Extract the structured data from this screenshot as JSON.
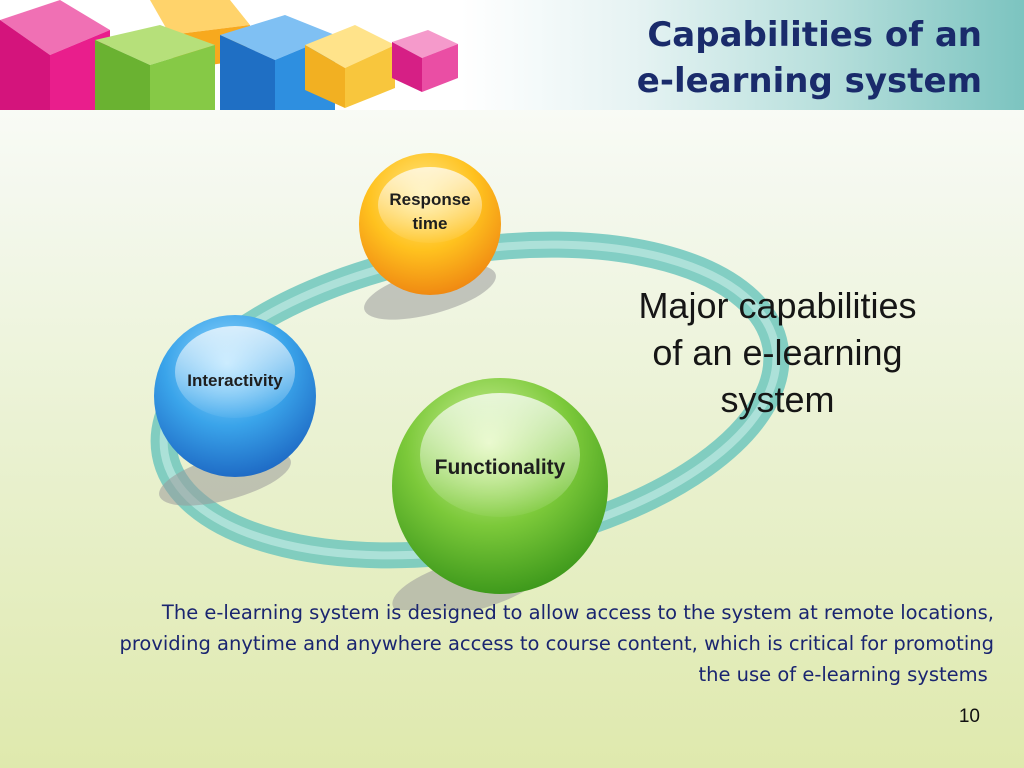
{
  "slide": {
    "title_line1": "Capabilities of an",
    "title_line2": "e-learning system",
    "page_number": "10"
  },
  "diagram": {
    "nodes": [
      {
        "label_line1": "Response",
        "label_line2": "time",
        "color": "#f5a623"
      },
      {
        "label": "Interactivity",
        "color": "#2f8fde"
      },
      {
        "label": "Functionality",
        "color": "#6cbf2a"
      }
    ],
    "ring_color": "#7fcdc4",
    "caption_line1": "Major capabilities",
    "caption_line2": "of an e-learning",
    "caption_line3": "system"
  },
  "body": {
    "line1": "The e-learning system is designed to allow access to the system at remote locations,",
    "line2": "providing anytime and anywhere access to course content, which is critical for promoting",
    "line3": "the use of e-learning systems "
  },
  "colors": {
    "title": "#1a2b6b",
    "body_text": "#1a2570",
    "cube_pink": "#e91e8c",
    "cube_green": "#7cc242",
    "cube_blue": "#2e7fd1",
    "cube_yellow": "#f7b733",
    "cube_orange": "#f39c12"
  }
}
